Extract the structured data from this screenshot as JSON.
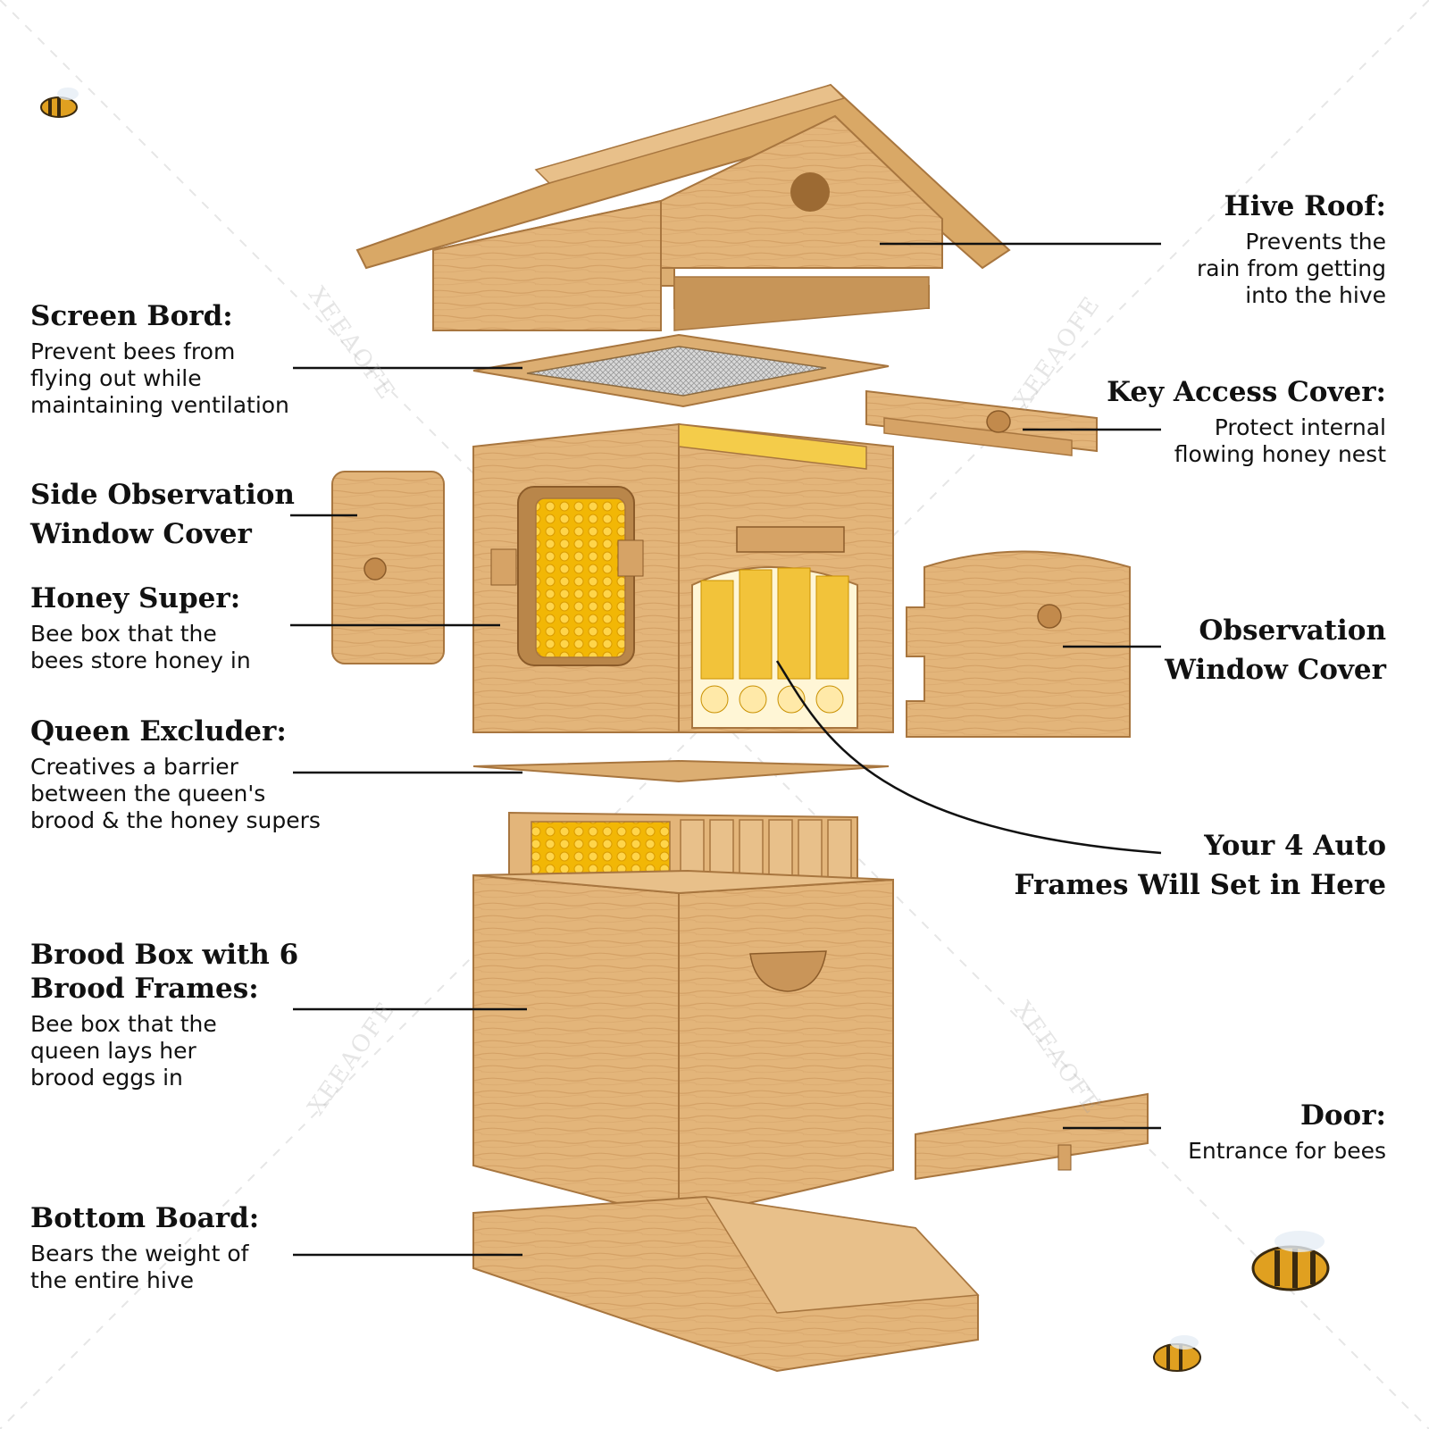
{
  "labels": {
    "hive_roof": {
      "title": "Hive Roof:",
      "desc": "Prevents the\nrain from getting\ninto the hive"
    },
    "screen_bord": {
      "title": "Screen Bord:",
      "desc": "Prevent bees from\nflying out while\nmaintaining ventilation"
    },
    "key_access_cover": {
      "title": "Key Access Cover:",
      "desc": "Protect internal\nflowing honey nest"
    },
    "side_observation_window_cover": {
      "title": "Side Observation\nWindow Cover"
    },
    "honey_super": {
      "title": "Honey Super:",
      "desc": "Bee box that the\nbees store honey in"
    },
    "observation_window_cover": {
      "title": "Observation\nWindow Cover"
    },
    "queen_excluder": {
      "title": "Queen Excluder:",
      "desc": "Creatives a barrier\nbetween the queen's\nbrood & the honey supers"
    },
    "auto_frames": {
      "title": "Your 4 Auto\nFrames Will Set in Here"
    },
    "brood_box": {
      "title": "Brood Box with 6\nBrood Frames:",
      "desc": "Bee box that the\nqueen lays her\nbrood eggs in"
    },
    "door": {
      "title": "Door:",
      "desc": "Entrance for bees"
    },
    "bottom_board": {
      "title": "Bottom Board:",
      "desc": "Bears the weight of\nthe entire hive"
    }
  },
  "watermark": "XEEAOFE",
  "colors": {
    "wood_light": "#e8c08a",
    "wood_mid": "#d9a866",
    "wood_dark": "#b9864a",
    "honey": "#f2b705",
    "line": "#111111"
  }
}
